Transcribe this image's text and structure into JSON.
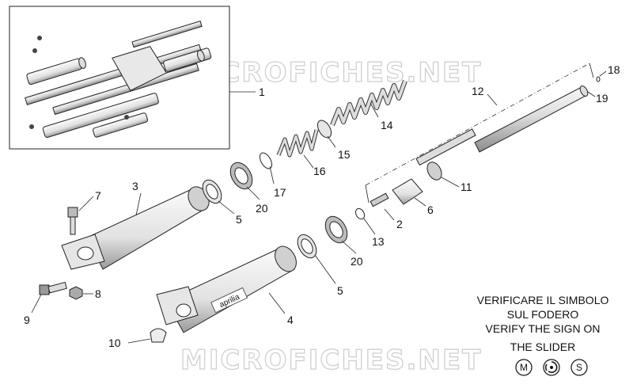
{
  "watermark": "MICROFICHES.NET",
  "callouts": [
    "1",
    "2",
    "3",
    "4",
    "5",
    "6",
    "7",
    "8",
    "9",
    "10",
    "11",
    "12",
    "13",
    "14",
    "15",
    "16",
    "17",
    "18",
    "19",
    "20"
  ],
  "callout_extra": {
    "five_b": "5",
    "twenty_b": "20"
  },
  "slider_logo": "aprilia",
  "note": {
    "line1": "VERIFICARE IL SIMBOLO",
    "line2": "SUL FODERO",
    "line3": "VERIFY THE SIGN ON",
    "line4": "THE SLIDER"
  },
  "symbols": {
    "m": "M",
    "spiral": "spiral-icon",
    "s": "S"
  },
  "colors": {
    "ink": "#222222",
    "watermark": "#cfcfcf",
    "part_fill": "#ececec"
  }
}
